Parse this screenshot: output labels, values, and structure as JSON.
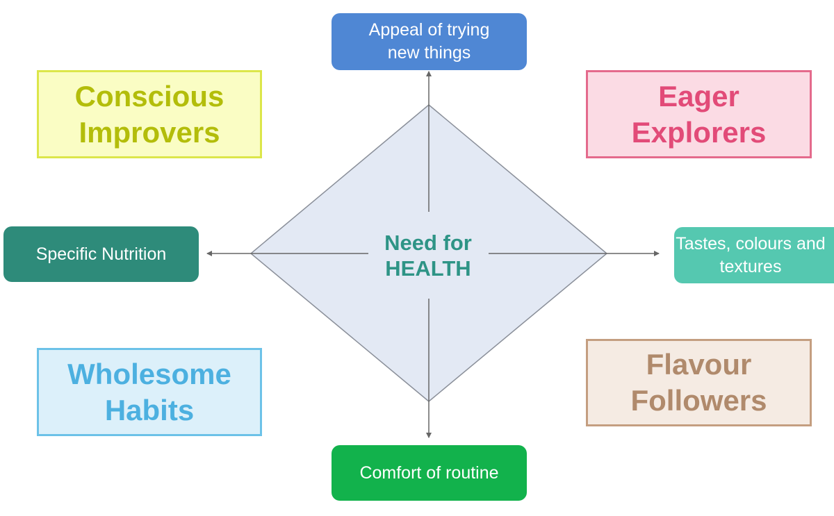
{
  "center": {
    "label": "Need for\nHEALTH"
  },
  "axes": {
    "top": {
      "label": "Appeal of trying\nnew things",
      "color": "#4f87d4"
    },
    "bottom": {
      "label": "Comfort of routine",
      "color": "#12b24c"
    },
    "left": {
      "label": "Specific Nutrition",
      "color": "#2e8b7a"
    },
    "right": {
      "label": "Tastes, colours and\ntextures",
      "color": "#55c8b0"
    }
  },
  "segments": {
    "top_left": {
      "label": "Conscious\nImprovers",
      "text_color": "#b3bd0a",
      "fill": "#fafdc4",
      "border": "#dce64a"
    },
    "top_right": {
      "label": "Eager\nExplorers",
      "text_color": "#e24b78",
      "fill": "#fbdbe4",
      "border": "#e46a8c"
    },
    "bottom_left": {
      "label": "Wholesome\nHabits",
      "text_color": "#4cb0e0",
      "fill": "#dcf0fa",
      "border": "#6cc2e8"
    },
    "bottom_right": {
      "label": "Flavour\nFollowers",
      "text_color": "#b08a6c",
      "fill": "#f5ebe3",
      "border": "#c49e80"
    }
  }
}
